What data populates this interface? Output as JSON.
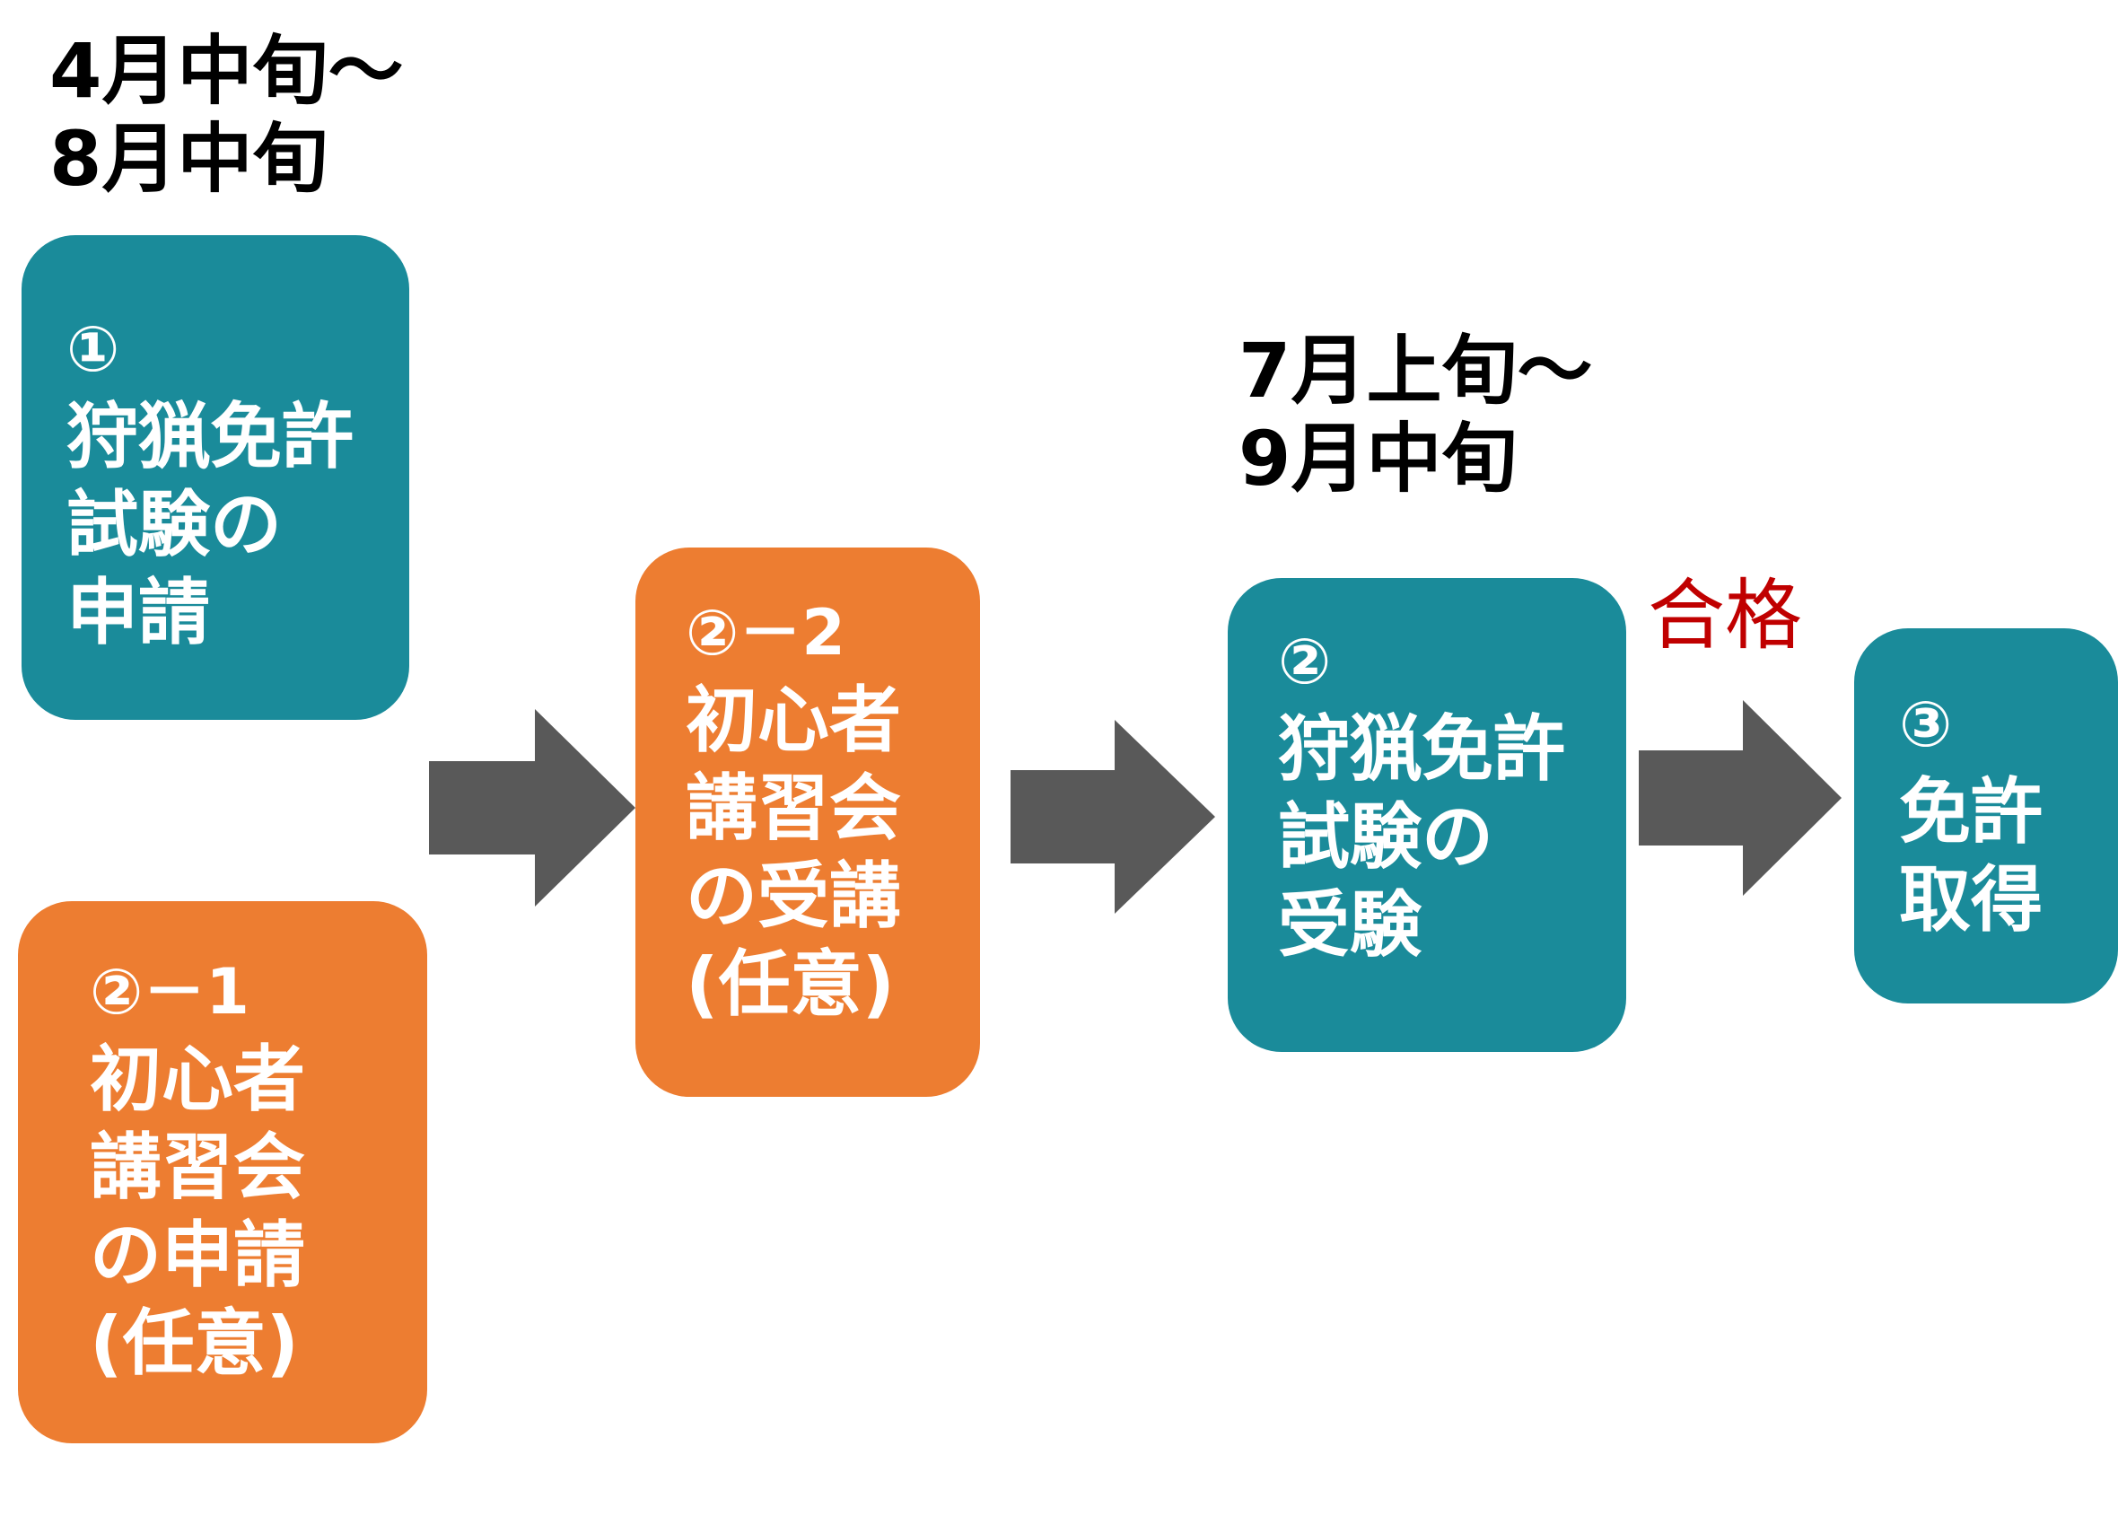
{
  "colors": {
    "teal": "#1a8b9a",
    "orange": "#ed7d31",
    "arrow": "#595959",
    "pass_label": "#c00000"
  },
  "periods": {
    "application": [
      "4月中旬～",
      "8月中旬"
    ],
    "exam": [
      "7月上旬～",
      "9月中旬"
    ]
  },
  "steps": {
    "step1": {
      "number": "①",
      "lines": [
        "狩猟免許",
        "試験の",
        "申請"
      ]
    },
    "step2_1": {
      "number": "②－1",
      "lines": [
        "初心者",
        "講習会",
        "の申請",
        "(任意)"
      ]
    },
    "step2_2": {
      "number": "②－2",
      "lines": [
        "初心者",
        "講習会",
        "の受講",
        "(任意)"
      ]
    },
    "step2": {
      "number": "②",
      "lines": [
        "狩猟免許",
        "試験の",
        "受験"
      ]
    },
    "step3": {
      "number": "③",
      "lines": [
        "免許",
        "取得"
      ]
    }
  },
  "pass_label": "合格",
  "arrows": [
    "right-arrow-icon",
    "right-arrow-icon",
    "right-arrow-icon"
  ]
}
